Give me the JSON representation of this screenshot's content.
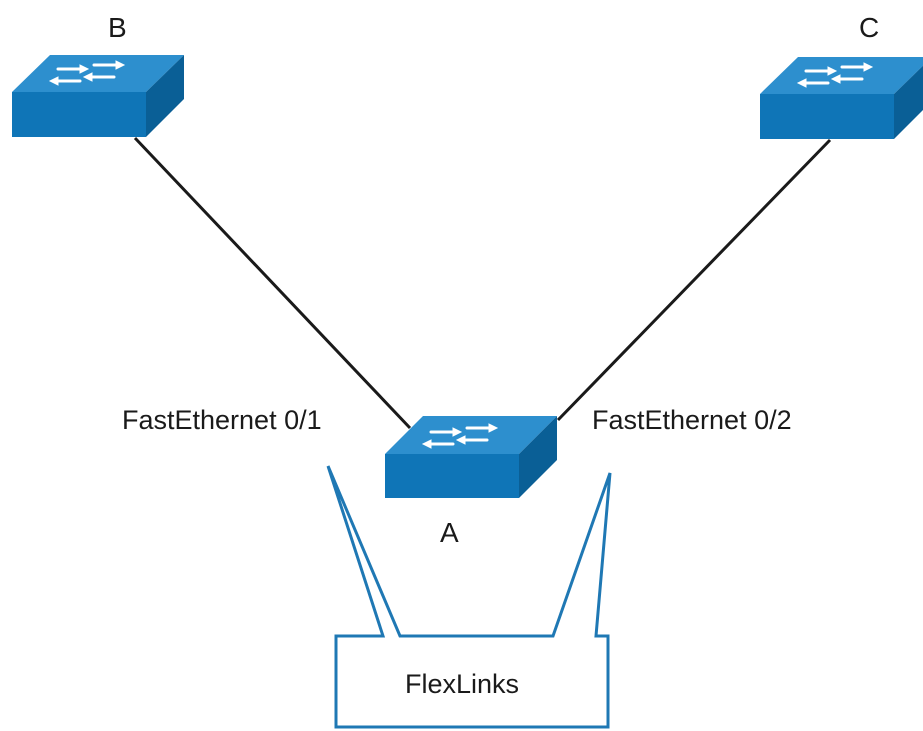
{
  "nodes": {
    "switch_a": {
      "label": "A"
    },
    "switch_b": {
      "label": "B"
    },
    "switch_c": {
      "label": "C"
    }
  },
  "ports": {
    "left": "FastEthernet 0/1",
    "right": "FastEthernet 0/2"
  },
  "callout": {
    "label": "FlexLinks"
  },
  "colors": {
    "switch_top": "#2d8fce",
    "switch_front": "#0f75b7",
    "switch_side": "#0a5f96",
    "link": "#1a1a1a",
    "callout_stroke": "#1f78b4",
    "arrow": "#ffffff"
  }
}
